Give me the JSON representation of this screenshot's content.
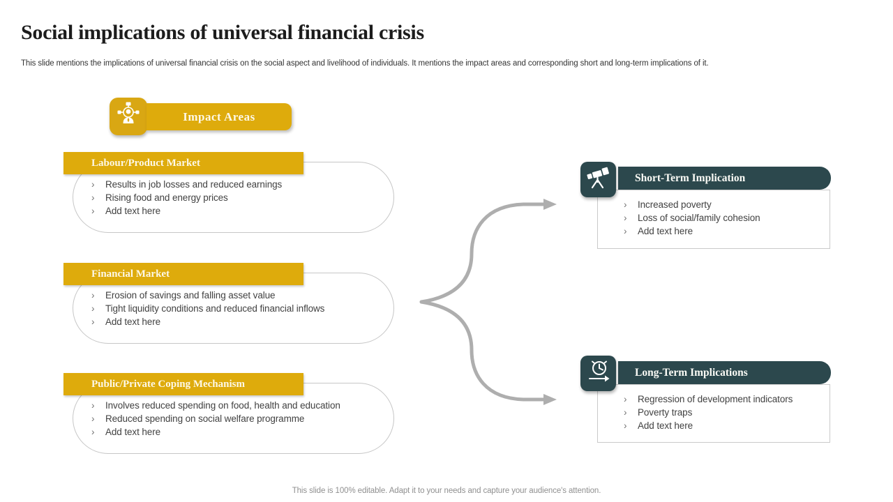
{
  "slide": {
    "title": "Social implications of universal financial crisis",
    "subtitle": "This slide mentions the implications of universal financial crisis on the social aspect and livelihood of individuals. It mentions the impact areas and corresponding short and long-term implications of it.",
    "footer": "This slide is 100% editable. Adapt it to your needs and capture your audience's attention."
  },
  "impact_areas": {
    "label": "Impact Areas",
    "icon": "person-network-icon"
  },
  "bullet_marker": "›",
  "areas": [
    {
      "title": "Labour/Product Market",
      "bullets": [
        "Results in job losses and reduced earnings",
        "Rising food and energy prices",
        "Add text here"
      ]
    },
    {
      "title": "Financial Market",
      "bullets": [
        "Erosion of savings and falling asset value",
        "Tight liquidity conditions and reduced financial inflows",
        "Add text here"
      ]
    },
    {
      "title": "Public/Private Coping Mechanism",
      "bullets": [
        "Involves reduced spending on food, health and education",
        "Reduced spending on social welfare programme",
        "Add text here"
      ]
    }
  ],
  "implications": [
    {
      "title": "Short-Term Implication",
      "icon": "telescope-icon",
      "bullets": [
        "Increased poverty",
        "Loss of social/family cohesion",
        "Add text here"
      ]
    },
    {
      "title": "Long-Term Implications",
      "icon": "clock-arrow-icon",
      "bullets": [
        "Regression of development indicators",
        "Poverty traps",
        "Add text here"
      ]
    }
  ],
  "colors": {
    "gold": "#deab0c",
    "teal": "#2c484d",
    "connector": "#aeaeae"
  }
}
